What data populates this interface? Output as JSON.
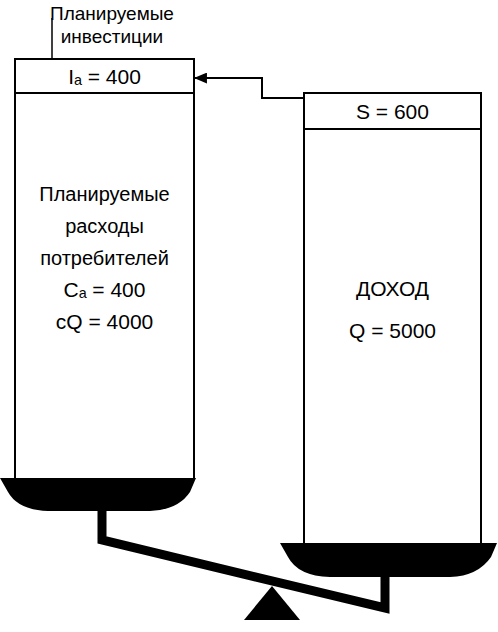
{
  "diagram": {
    "nodes": [
      {
        "text": [
          "Планируемые инвестиции",
          "Iₐ = 400"
        ]
      },
      {
        "text": [
          "Планируемые расходы потребителей",
          "Cₐ = 400",
          "cQ = 4000"
        ]
      },
      {
        "text": [
          "S = 600"
        ]
      },
      {
        "text": [
          "ДОХОД",
          "Q = 5000"
        ]
      }
    ],
    "edges": [
      {
        "from": 2,
        "to": 0,
        "arrow": "to"
      }
    ]
  }
}
